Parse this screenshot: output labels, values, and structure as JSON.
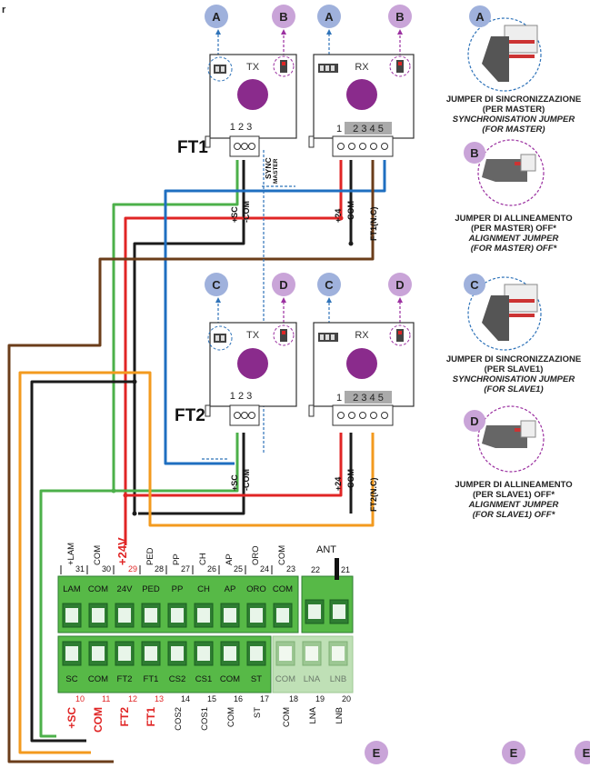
{
  "corner_text": "r",
  "colors": {
    "blue_badge": "#9fb1dc",
    "purple_badge": "#c9a4d8",
    "purple_arrow": "#9b30a0",
    "blue_arrow": "#2f73b9",
    "wire_green": "#4cb04a",
    "wire_red": "#e02525",
    "wire_black": "#1b1b1b",
    "wire_blue": "#1f6fc0",
    "wire_brown": "#6b3d1a",
    "wire_orange": "#f39a1e",
    "terminal_green": "#57b947",
    "module_purple": "#8a2b8c"
  },
  "badges": {
    "a": "A",
    "b": "B",
    "c": "C",
    "d": "D",
    "e": "E"
  },
  "ft1": {
    "name": "FT1",
    "tx_label": "TX",
    "rx_label": "RX",
    "tx_pins": "1 2 3",
    "rx_pins_first": "1",
    "rx_pins_rest": "2 3 4 5",
    "sync_label": "SYNC",
    "master_label": "MASTER",
    "wire_sc": "+SC",
    "wire_com_tx": "-COM",
    "wire_24": "+24",
    "wire_com_rx": "-COM",
    "wire_nc": "FT1(N.C)"
  },
  "ft2": {
    "name": "FT2",
    "tx_label": "TX",
    "rx_label": "RX",
    "tx_pins": "1 2 3",
    "rx_pins_first": "1",
    "rx_pins_rest": "2 3 4 5",
    "wire_sc": "+SC",
    "wire_com_tx": "-COM",
    "wire_24": "+24",
    "wire_com_rx": "-COM",
    "wire_nc": "FT2(N.C)"
  },
  "captions": {
    "a_line1": "JUMPER DI SINCRONIZZAZIONE",
    "a_line2": "(PER MASTER)",
    "a_line3": "SYNCHRONISATION JUMPER",
    "a_line4": "(FOR MASTER)",
    "b_line1": "JUMPER DI ALLINEAMENTO",
    "b_line2": "(PER MASTER) OFF*",
    "b_line3": "ALIGNMENT JUMPER",
    "b_line4": "(FOR MASTER) OFF*",
    "c_line1": "JUMPER DI SINCRONIZZAZIONE",
    "c_line2": "(PER SLAVE1)",
    "c_line3": "SYNCHRONISATION JUMPER",
    "c_line4": "(FOR SLAVE1)",
    "d_line1": "JUMPER DI ALLINEAMENTO",
    "d_line2": "(PER SLAVE1) OFF*",
    "d_line3": "ALIGNMENT JUMPER",
    "d_line4": "(FOR SLAVE1) OFF*"
  },
  "terminal_block": {
    "top_names": [
      "+LAM",
      "COM",
      "+24V",
      "PED",
      "PP",
      "CH",
      "AP",
      "ORO",
      "COM"
    ],
    "top_numbers": [
      "31",
      "30",
      "29",
      "28",
      "27",
      "26",
      "25",
      "24",
      "23"
    ],
    "top_labels": [
      "LAM",
      "COM",
      "24V",
      "PED",
      "PP",
      "CH",
      "AP",
      "ORO",
      "COM"
    ],
    "bottom_labels": [
      "SC",
      "COM",
      "FT2",
      "FT1",
      "CS2",
      "CS1",
      "COM",
      "ST"
    ],
    "bottom_numbers": [
      "10",
      "11",
      "12",
      "13",
      "14",
      "15",
      "16",
      "17"
    ],
    "bottom_names": [
      "+SC",
      "COM",
      "FT2",
      "FT1",
      "COS2",
      "COS1",
      "COM",
      "ST"
    ],
    "ant_label": "ANT",
    "ant_numbers": [
      "22",
      "21"
    ],
    "right_labels": [
      "COM",
      "LNA",
      "LNB"
    ],
    "right_numbers": [
      "18",
      "19",
      "20"
    ]
  }
}
